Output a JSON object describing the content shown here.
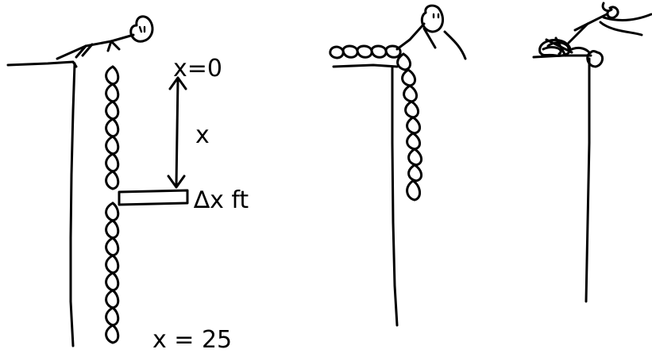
{
  "labels": {
    "top": "x=0",
    "distance": "x",
    "slice": "∆x ft",
    "bottom": "x = 25"
  },
  "panels": [
    {
      "name": "rope-hanging",
      "state": "rope fully hanging"
    },
    {
      "name": "rope-partially-lifted",
      "state": "rope partially pulled up"
    },
    {
      "name": "rope-fully-lifted",
      "state": "rope fully pulled up"
    }
  ],
  "colors": {
    "ink": "#000000",
    "paper": "#ffffff"
  }
}
